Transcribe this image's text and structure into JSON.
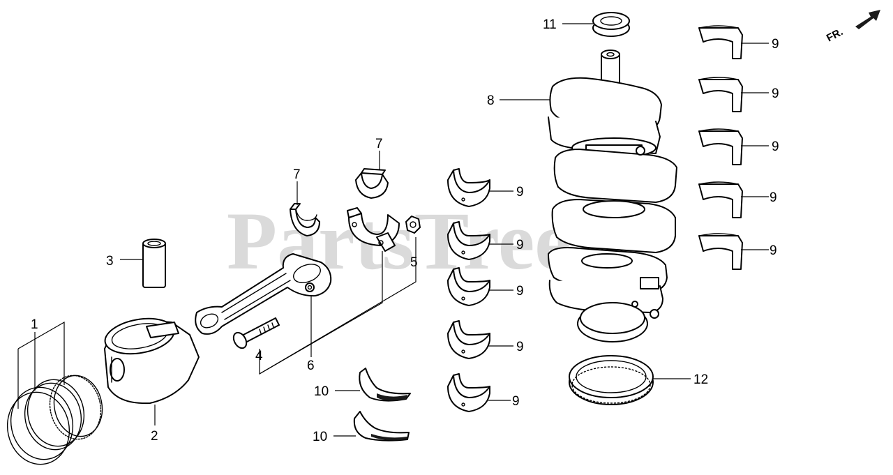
{
  "watermark": "PartsTree",
  "direction_label": "FR.",
  "callouts": {
    "ring_set": "1",
    "piston": "2",
    "piston_pin": "3",
    "rod_bolt": "4",
    "rod_nut": "5",
    "connecting_rod": "6",
    "rod_bearing_top": "7",
    "rod_bearing_left": "7",
    "crankshaft": "8",
    "main_bearing": "9",
    "thrust_washer": "10",
    "front_oil_seal": "11",
    "rear_oil_seal": "12"
  },
  "colors": {
    "line": "#000000",
    "background": "#ffffff",
    "watermark": "#cccccc"
  }
}
